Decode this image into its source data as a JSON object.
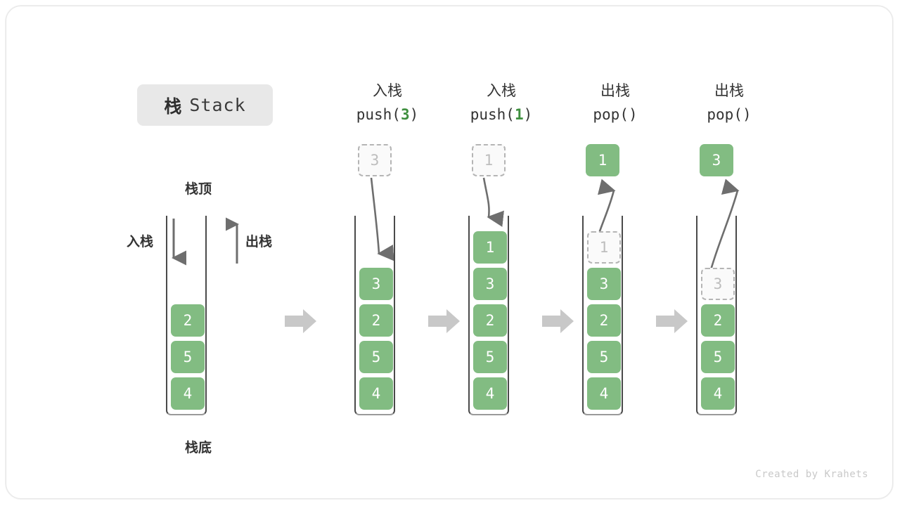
{
  "title": {
    "cn": "栈",
    "en": "Stack"
  },
  "legend": {
    "top_label": "栈顶",
    "bottom_label": "栈底",
    "push_label": "入栈",
    "pop_label": "出栈"
  },
  "watermark": "Created by Krahets",
  "colors": {
    "cell_fill": "#82bc82",
    "cell_text": "#ffffff",
    "ghost_border": "#b5b5b5",
    "ghost_text": "#bdbdbd",
    "arrow_gray": "#6e6e6e",
    "step_arrow": "#c8c8c8",
    "badge_bg": "#e8e8e8",
    "accent_green": "#3f8f3f"
  },
  "columns": [
    {
      "id": "initial",
      "header_cn": "",
      "header_code": "",
      "cells": [
        "2",
        "5",
        "4"
      ],
      "ghost_index": -1,
      "float": null
    },
    {
      "id": "push-3",
      "header_cn": "入栈",
      "header_code": "push(3)",
      "header_arg": "3",
      "cells": [
        "3",
        "2",
        "5",
        "4"
      ],
      "ghost_index": -1,
      "float": {
        "value": "3",
        "style": "ghost",
        "arrow": "down"
      }
    },
    {
      "id": "push-1",
      "header_cn": "入栈",
      "header_code": "push(1)",
      "header_arg": "1",
      "cells": [
        "1",
        "3",
        "2",
        "5",
        "4"
      ],
      "ghost_index": -1,
      "float": {
        "value": "1",
        "style": "ghost",
        "arrow": "down"
      }
    },
    {
      "id": "pop-1",
      "header_cn": "出栈",
      "header_code": "pop()",
      "header_arg": "",
      "cells": [
        "1",
        "3",
        "2",
        "5",
        "4"
      ],
      "ghost_index": 0,
      "float": {
        "value": "1",
        "style": "filled",
        "arrow": "up"
      }
    },
    {
      "id": "pop-2",
      "header_cn": "出栈",
      "header_code": "pop()",
      "header_arg": "",
      "cells": [
        "3",
        "2",
        "5",
        "4"
      ],
      "ghost_index": 0,
      "float": {
        "value": "3",
        "style": "filled",
        "arrow": "up"
      }
    }
  ],
  "chart_data": {
    "type": "diagram",
    "title": "栈 Stack",
    "sequence": [
      {
        "op": "initial",
        "stack_top_to_bottom": [
          "2",
          "5",
          "4"
        ]
      },
      {
        "op": "push(3)",
        "stack_top_to_bottom": [
          "3",
          "2",
          "5",
          "4"
        ]
      },
      {
        "op": "push(1)",
        "stack_top_to_bottom": [
          "1",
          "3",
          "2",
          "5",
          "4"
        ]
      },
      {
        "op": "pop()",
        "returned": "1",
        "stack_top_to_bottom": [
          "3",
          "2",
          "5",
          "4"
        ]
      },
      {
        "op": "pop()",
        "returned": "3",
        "stack_top_to_bottom": [
          "2",
          "5",
          "4"
        ]
      }
    ]
  }
}
